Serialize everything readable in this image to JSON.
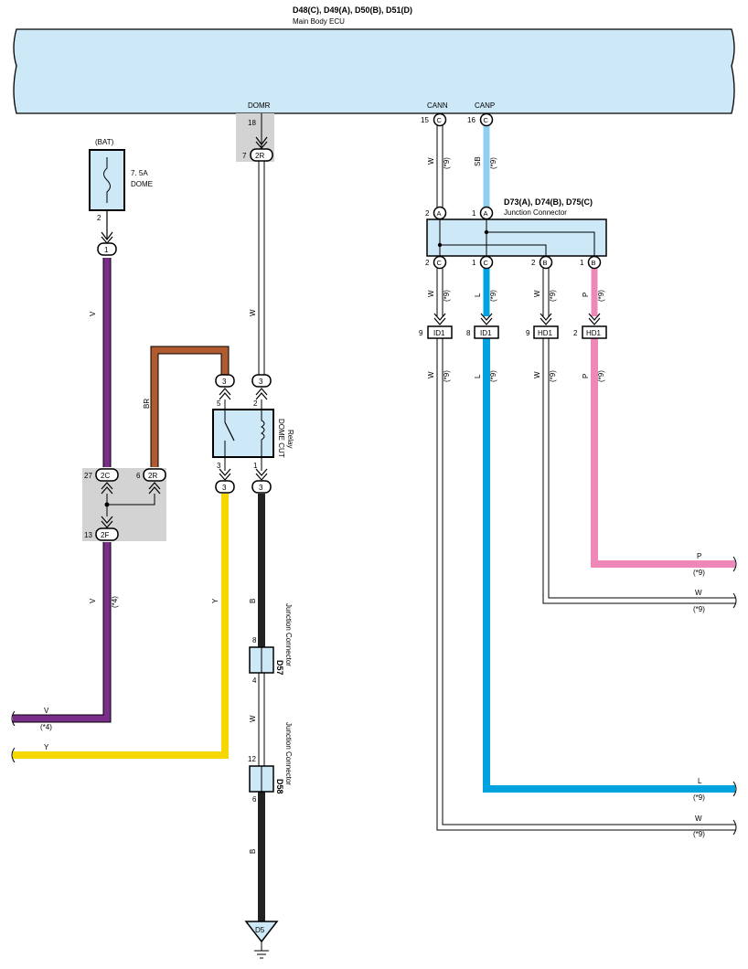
{
  "ecu": {
    "connectors": "D48(C), D49(A), D50(B), D51(D)",
    "name": "Main Body ECU",
    "pins": {
      "domr": {
        "label": "DOMR",
        "number": "18"
      },
      "cann": {
        "label": "CANN",
        "number": "15",
        "connector": "C"
      },
      "canp": {
        "label": "CANP",
        "number": "16",
        "connector": "C"
      }
    }
  },
  "fuse": {
    "source": "(BAT)",
    "rating": "7. 5A",
    "name": "DOME",
    "pin": "2"
  },
  "connectors": {
    "c1": "1",
    "c2r_top": {
      "number": "7",
      "label": "2R"
    },
    "c3_left": "3",
    "c3_right": "3",
    "c3_bl": "3",
    "c3_br": "3",
    "j2c": {
      "number": "27",
      "label": "2C"
    },
    "j2r": {
      "number": "6",
      "label": "2R"
    },
    "j2f": {
      "number": "13",
      "label": "2F"
    }
  },
  "relay": {
    "name": "DOME CUT",
    "type": "Relay",
    "pin_top_left": "5",
    "pin_top_right": "2",
    "pin_bottom_left": "3",
    "pin_bottom_right": "1"
  },
  "junction": {
    "title": "D73(A), D74(B), D75(C)",
    "subtitle": "Junction Connector",
    "in_pins": [
      {
        "number": "2",
        "letter": "A"
      },
      {
        "number": "1",
        "letter": "A"
      }
    ],
    "out_pins": [
      {
        "number": "2",
        "letter": "C"
      },
      {
        "number": "1",
        "letter": "C"
      },
      {
        "number": "2",
        "letter": "B"
      },
      {
        "number": "1",
        "letter": "B"
      }
    ]
  },
  "id_connectors": [
    {
      "number": "9",
      "label": "ID1"
    },
    {
      "number": "8",
      "label": "ID1"
    },
    {
      "number": "9",
      "label": "HD1"
    },
    {
      "number": "2",
      "label": "HD1"
    }
  ],
  "d57": {
    "id": "D57",
    "name": "Junction Connector",
    "pin_top": "8",
    "pin_bottom": "4"
  },
  "d58": {
    "id": "D58",
    "name": "Junction Connector",
    "pin_top": "12",
    "pin_bottom": "6"
  },
  "ground": {
    "label": "D5"
  },
  "wire_labels": {
    "v": "V",
    "w": "W",
    "br": "BR",
    "y": "Y",
    "b": "B",
    "sb": "SB",
    "l": "L",
    "p": "P",
    "note9": "(*9)",
    "note4": "(*4)"
  },
  "colors": {
    "ecu_fill": "#cde9f7",
    "purple": "#7a2e8a",
    "brown": "#b05a30",
    "yellow": "#f7d700",
    "black": "#222222",
    "sky": "#8fd0f0",
    "blue": "#00a3e0",
    "pink": "#ee88b8",
    "gray_box": "#d3d3d3"
  }
}
